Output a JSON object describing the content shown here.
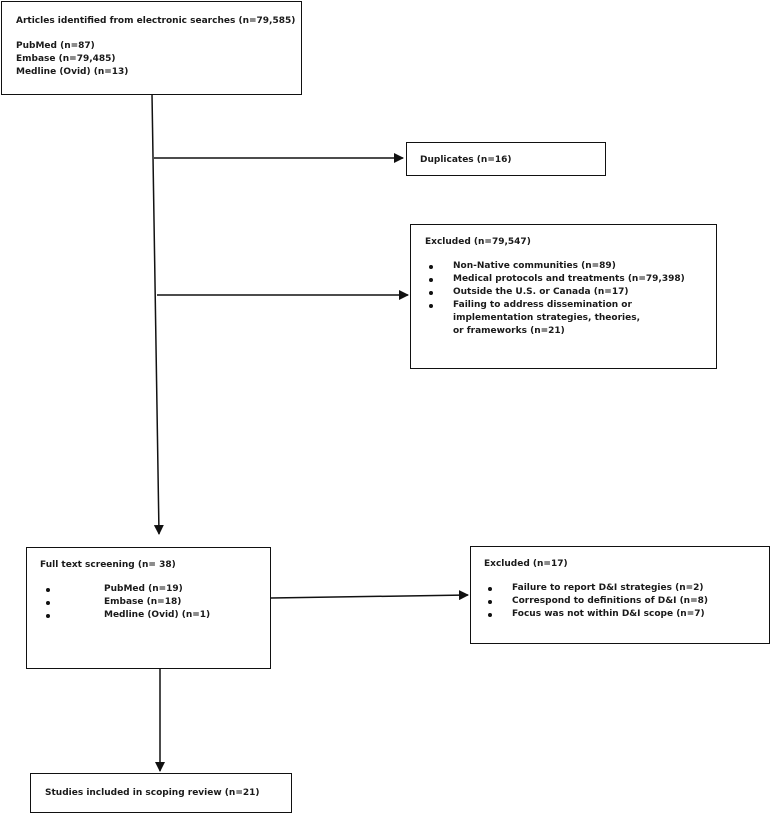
{
  "identified": {
    "title": "Articles identified from electronic searches (n=79,585)",
    "sources": [
      "PubMed (n=87)",
      "Embase (n=79,485)",
      "Medline (Ovid) (n=13)"
    ]
  },
  "duplicates": {
    "title": "Duplicates (n=16)"
  },
  "excluded_first": {
    "title": "Excluded (n=79,547)",
    "reasons": [
      "Non-Native communities (n=89)",
      "Medical protocols and treatments (n=79,398)",
      "Outside the U.S. or Canada (n=17)",
      "Failing to address dissemination or implementation strategies, theories, or frameworks (n=21)"
    ]
  },
  "full_text": {
    "title": "Full text screening (n= 38)",
    "sources": [
      "PubMed (n=19)",
      "Embase (n=18)",
      "Medline (Ovid) (n=1)"
    ]
  },
  "excluded_second": {
    "title": "Excluded (n=17)",
    "reasons": [
      "Failure to report D&I strategies (n=2)",
      "Correspond to definitions of D&I (n=8)",
      "Focus was not within D&I scope (n=7)"
    ]
  },
  "included": {
    "title": "Studies included in scoping review (n=21)"
  }
}
